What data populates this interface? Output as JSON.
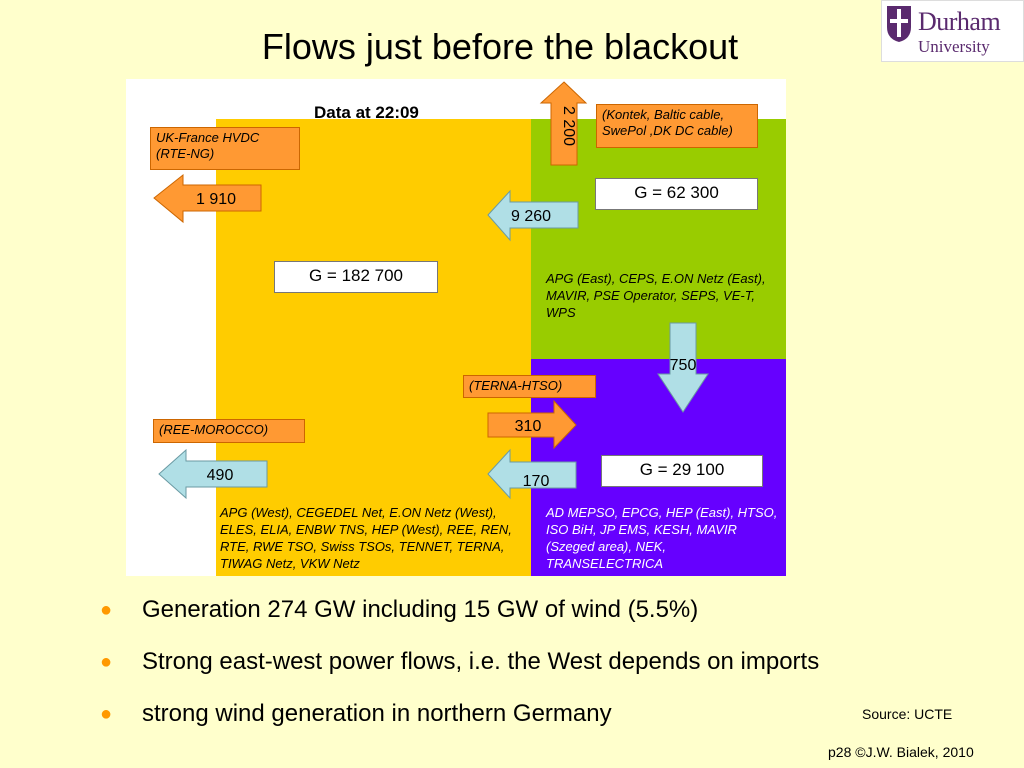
{
  "title": "Flows just before the blackout",
  "logo": {
    "line1": "Durham",
    "line2": "University"
  },
  "diagram": {
    "data_at": "Data at 22:09",
    "generation": {
      "west": "G = 182 700",
      "east": "G = 62 300",
      "south": "G = 29 100"
    },
    "labels": {
      "uk_france": "UK-France HVDC (RTE-NG)",
      "kontek": "(Kontek, Baltic cable, SwePol ,DK DC cable)",
      "terna": "(TERNA-HTSO)",
      "ree": "(REE-MOROCCO)"
    },
    "members": {
      "west": "APG (West), CEGEDEL Net, E.ON Netz (West), ELES, ELIA, ENBW TNS, HEP (West), REE, REN, RTE, RWE TSO, Swiss TSOs, TENNET, TERNA, TIWAG Netz, VKW Netz",
      "east": "APG (East), CEPS, E.ON Netz (East), MAVIR, PSE Operator, SEPS, VE-T, WPS",
      "south": "AD MEPSO, EPCG, HEP (East), HTSO, ISO BiH, JP EMS, KESH, MAVIR (Szeged area), NEK, TRANSELECTRICA"
    },
    "flows": {
      "uk": "1 910",
      "north": "2 200",
      "east_west": "9 260",
      "east_south": "750",
      "italy_greece": "310",
      "morocco": "490",
      "south_west": "170"
    },
    "colors": {
      "west": "#ffcc00",
      "east": "#99cc00",
      "south": "#6600ff",
      "orange_arrow": "#ff9933",
      "blue_arrow": "#b0dfe6"
    }
  },
  "bullets": [
    "Generation 274 GW including 15 GW of wind (5.5%)",
    "Strong east-west power flows, i.e. the West depends on imports",
    "strong wind generation in northern Germany"
  ],
  "source": "Source: UCTE",
  "footer": "p28 ©J.W. Bialek, 2010"
}
